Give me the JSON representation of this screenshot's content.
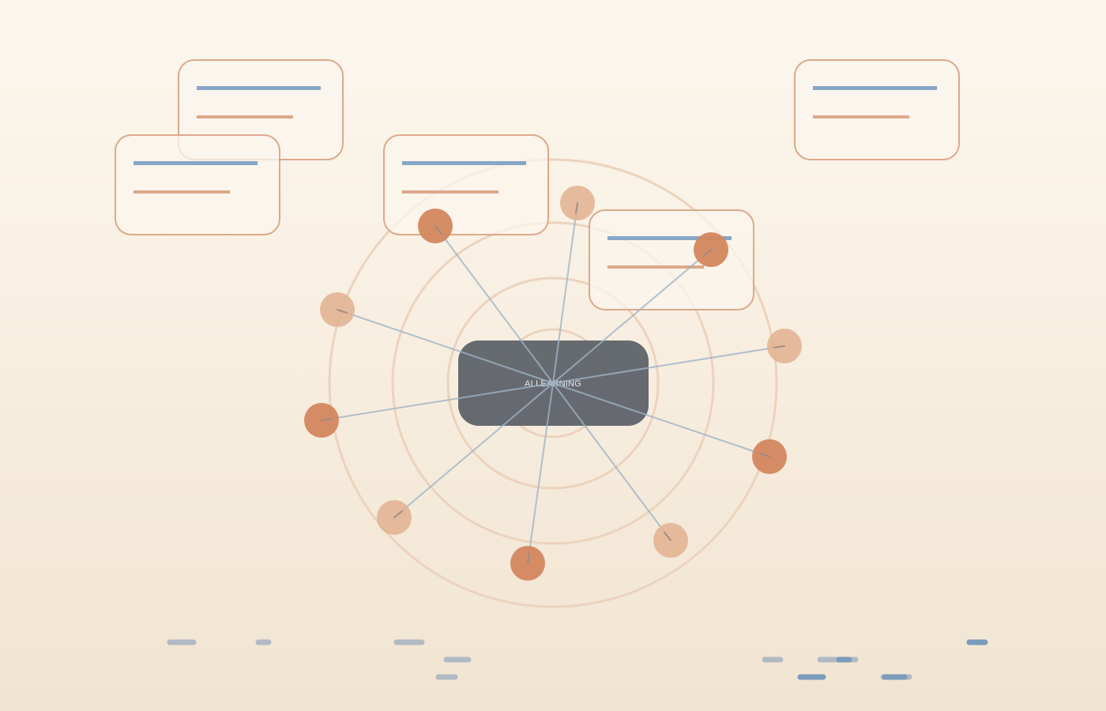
{
  "center": {
    "label": "AI LEARNING"
  },
  "colors": {
    "card_border": "#dca98a",
    "card_fill": "#fbf6ee",
    "card_line_primary": "#86a6c8",
    "card_line_secondary": "#dca88a",
    "ring": "#ecd3bd",
    "spoke": "#9fb3c6",
    "node_dark": "#d3875f",
    "node_light": "#e2b08f",
    "hub_fill": "#5e6369",
    "dash_light": "#b1bac4",
    "dash_dark": "#7b9bbd"
  },
  "cards": [
    {
      "name": "card-1"
    },
    {
      "name": "card-2"
    },
    {
      "name": "card-3"
    },
    {
      "name": "card-4"
    },
    {
      "name": "card-5"
    }
  ],
  "nodes": [
    {
      "tone": "light"
    },
    {
      "tone": "dark"
    },
    {
      "tone": "light"
    },
    {
      "tone": "dark"
    },
    {
      "tone": "light"
    },
    {
      "tone": "dark"
    },
    {
      "tone": "light"
    },
    {
      "tone": "dark"
    },
    {
      "tone": "light"
    },
    {
      "tone": "dark"
    }
  ]
}
